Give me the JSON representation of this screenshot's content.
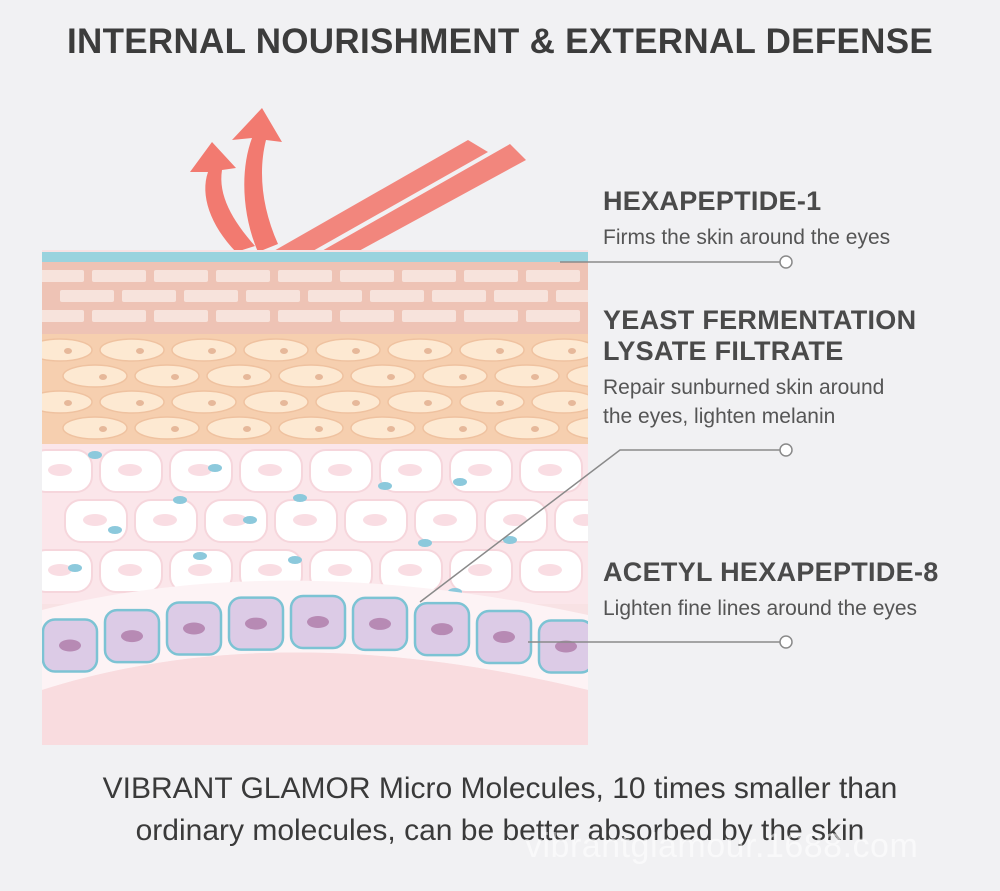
{
  "title": "INTERNAL NOURISHMENT & EXTERNAL DEFENSE",
  "ingredients": [
    {
      "name_lines": [
        "HEXAPEPTIDE-1"
      ],
      "desc_lines": [
        "Firms the skin around the eyes"
      ]
    },
    {
      "name_lines": [
        "YEAST FERMENTATION",
        "LYSATE FILTRATE"
      ],
      "desc_lines": [
        "Repair sunburned skin around",
        "the eyes, lighten melanin"
      ]
    },
    {
      "name_lines": [
        "ACETYL HEXAPEPTIDE-8"
      ],
      "desc_lines": [
        "Lighten fine lines around the eyes"
      ]
    }
  ],
  "footer_lines": [
    "VIBRANT GLAMOR Micro Molecules, 10 times smaller than",
    "ordinary molecules, can be better absorbed by the skin"
  ],
  "watermark": "vibrantglamour.1688.com",
  "colors": {
    "arrow": "#f0706a",
    "skin_top": "#8fd0dc",
    "brick": "#e8b0a0",
    "fat": "#fbe0c4",
    "cell_outline": "#fde5ea",
    "blue_molecule": "#7fc2d8",
    "basal_cell": "#d9c6e4",
    "dermis": "#f9e1e3"
  }
}
